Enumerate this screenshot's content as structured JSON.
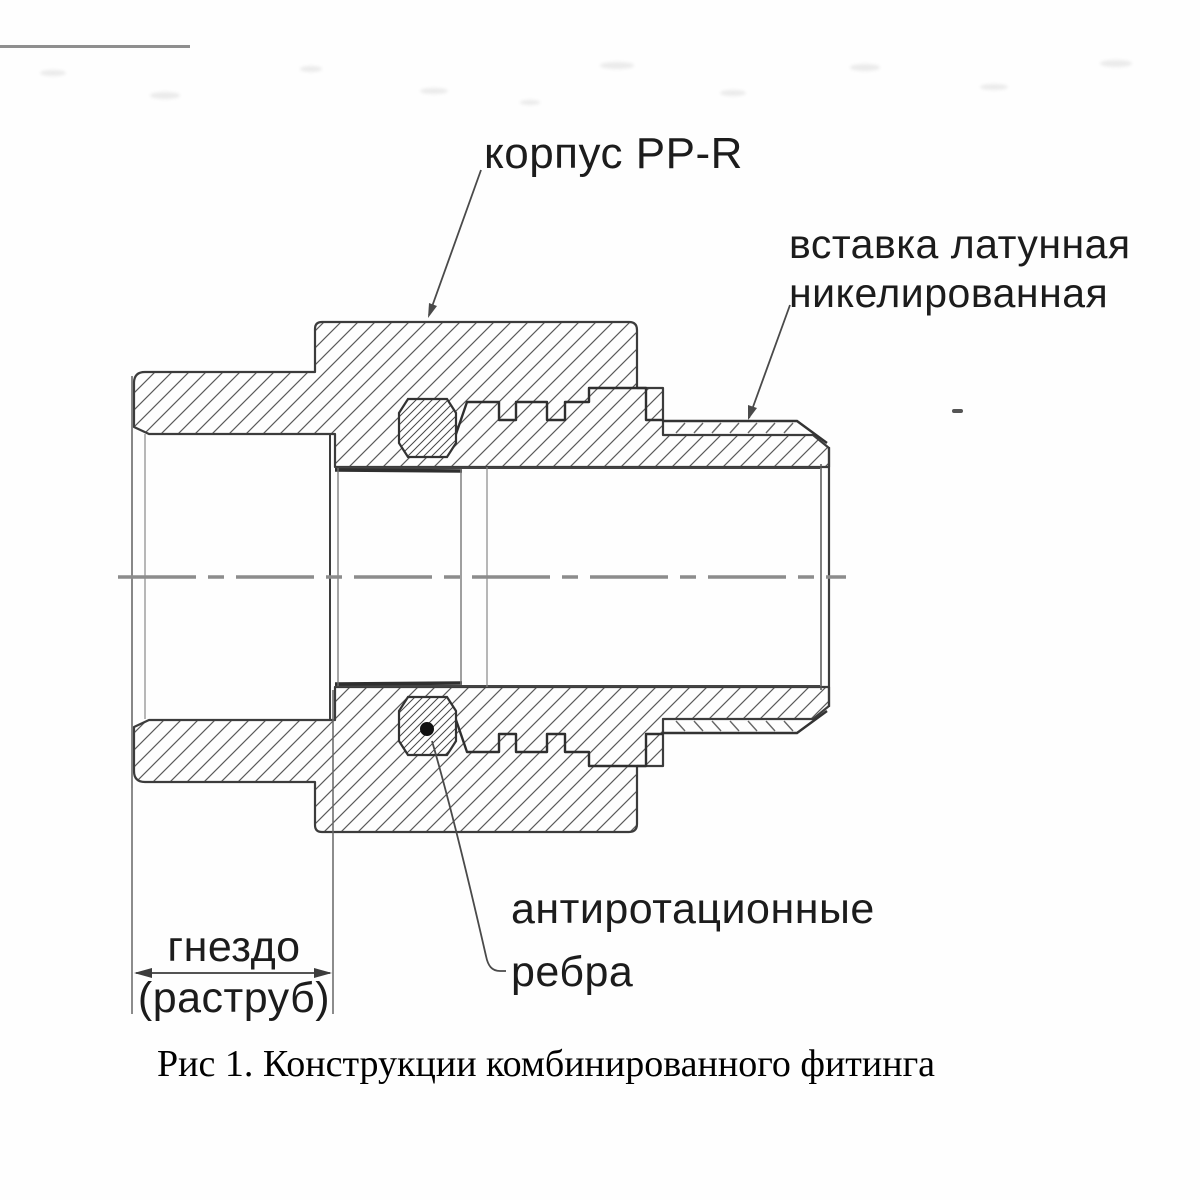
{
  "drawing": {
    "labels": {
      "body": "корпус PP-R",
      "insert_line1": "вставка латунная",
      "insert_line2": "никелированная",
      "ribs_line1": "антиротационные",
      "ribs_line2": "ребра",
      "socket_line1": "гнездо",
      "socket_line2": "(раструб)"
    },
    "caption": "Рис 1. Конструкции комбинированного фитинга",
    "colors": {
      "outline": "#3c3c3c",
      "hatch": "#5a5a5a",
      "rib_hatch": "#474747",
      "centerline": "#8c8c8c",
      "label_text": "#1c1c1c"
    }
  }
}
